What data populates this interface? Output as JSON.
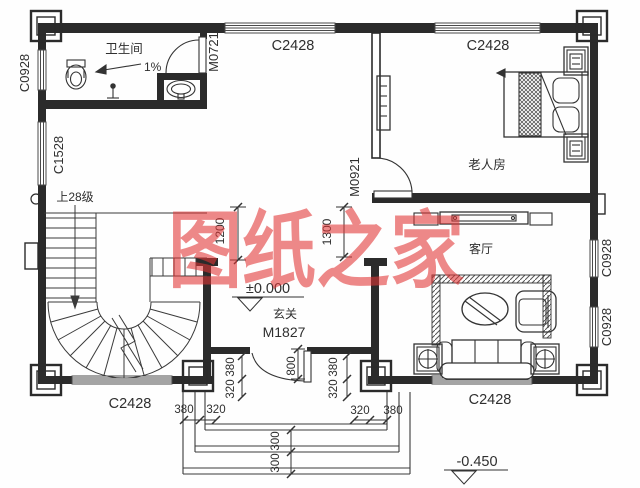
{
  "watermark": "图纸之家",
  "rooms": {
    "bathroom": "卫生间",
    "elder_room": "老人房",
    "living_room": "客厅",
    "foyer": "玄关"
  },
  "stairs": {
    "direction_note": "上28级"
  },
  "bathroom": {
    "slope": "1%"
  },
  "levels": {
    "indoor": "±0.000",
    "outdoor": "-0.450"
  },
  "doors": {
    "bathroom": "M0721",
    "bedroom": "M0921",
    "entry": "M1827"
  },
  "windows": {
    "left_upper": "C0928",
    "left_stair": "C1528",
    "top_hall": "C2428",
    "top_bedroom": "C2428",
    "bottom_stair": "C2428",
    "bottom_living": "C2428",
    "right_upper": "C0928",
    "right_lower": "C0928"
  },
  "dimensions": {
    "hall_left": "1200",
    "hall_right": "1300",
    "entry_depth": "800",
    "left_v_outer": "380",
    "left_v_inner": "320",
    "right_v_outer": "380",
    "right_v_inner": "320",
    "left_h_outer": "380",
    "left_h_inner": "320",
    "right_h_inner": "320",
    "right_h_outer": "380",
    "step_a": "300",
    "step_b": "300"
  }
}
